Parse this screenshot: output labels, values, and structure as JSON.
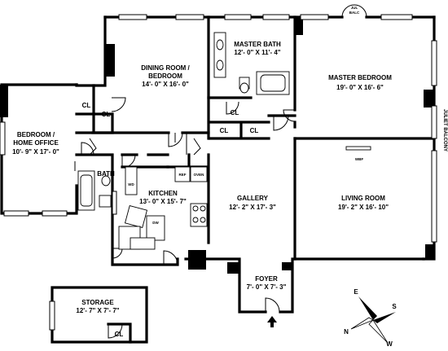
{
  "rooms": {
    "dining": {
      "name_1": "DINING ROOM /",
      "name_2": "BEDROOM",
      "dims": "14'- 0\" X 16'- 0\""
    },
    "master_bath": {
      "name": "MASTER BATH",
      "dims": "12'- 0\" X 11'- 4\""
    },
    "master_bedroom": {
      "name": "MASTER BEDROOM",
      "dims": "19'- 0\" X 16'- 6\""
    },
    "bedroom_office": {
      "name_1": "BEDROOM /",
      "name_2": "HOME OFFICE",
      "dims": "10'- 9\" X 17'- 0\""
    },
    "bath": {
      "name": "BATH"
    },
    "kitchen": {
      "name": "KITCHEN",
      "dims": "13'- 0\" X 15'- 7\""
    },
    "gallery": {
      "name": "GALLERY",
      "dims": "12'- 2\" X 17'- 3\""
    },
    "living_room": {
      "name": "LIVING ROOM",
      "dims": "19'- 2\" X 16'- 10\""
    },
    "foyer": {
      "name": "FOYER",
      "dims": "7'- 0\" X 7'- 3\""
    },
    "storage": {
      "name": "STORAGE",
      "dims": "12'- 7\" X 7'- 7\""
    }
  },
  "closets": {
    "label": "CL"
  },
  "features": {
    "juliet_balcony": "JULIET BALCONY",
    "jul_balc_1": "JUL",
    "jul_balc_2": "BALC",
    "wbf": "WBF",
    "ref": "REF",
    "oven": "OVEN",
    "dw": "DW",
    "wd": "WD"
  },
  "compass": {
    "north": "N",
    "east": "E",
    "south": "S",
    "west": "W"
  }
}
